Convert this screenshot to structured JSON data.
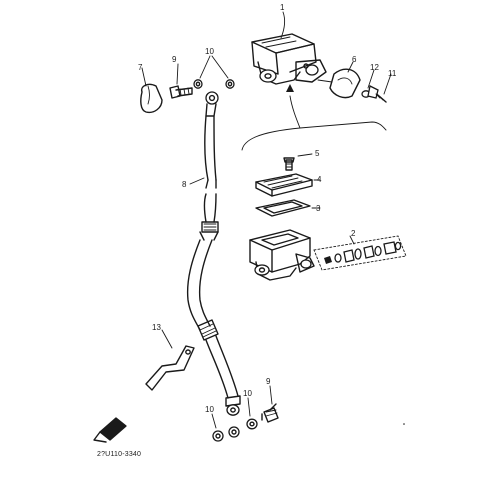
{
  "diagram": {
    "callouts": {
      "c1": "1",
      "c2": "2",
      "c3": "3",
      "c4": "4",
      "c5": "5",
      "c6": "6",
      "c7": "7",
      "c8": "8",
      "c9_top": "9",
      "c10_top": "10",
      "c11": "11",
      "c12": "12",
      "c13": "13",
      "c10_bottom_left": "10",
      "c10_bottom_right": "10",
      "c9_bottom": "9"
    },
    "figure_code": "2?U110-3340",
    "icons": {
      "front_arrow": "front-direction-arrow-icon"
    }
  }
}
